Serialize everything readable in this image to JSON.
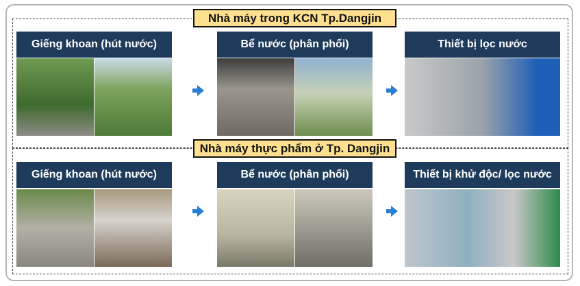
{
  "sections": [
    {
      "title": "Nhà máy trong KCN Tp.Dangjin",
      "steps": [
        "Giếng khoan (hút nước)",
        "Bể nước (phân phối)",
        "Thiết bị lọc nước"
      ]
    },
    {
      "title": "Nhà máy thực phẩm ở Tp. Dangjin",
      "steps": [
        "Giếng khoan (hút nước)",
        "Bể nước (phân phối)",
        "Thiết bị khử độc/ lọc nước"
      ]
    }
  ],
  "colors": {
    "header": "#1f3b5c",
    "title_bg": "#ffe08f",
    "arrow": "#2a7fd4"
  }
}
